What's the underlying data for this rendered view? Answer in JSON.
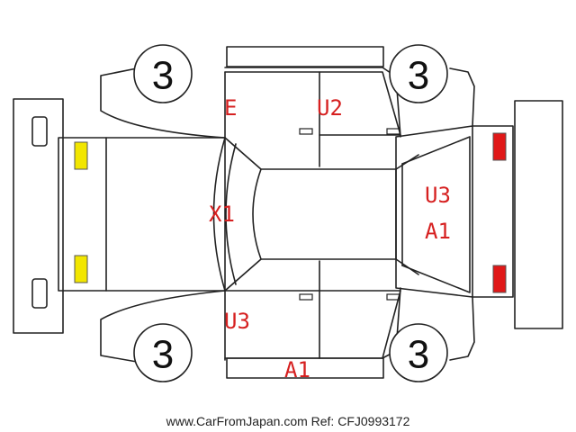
{
  "tires": {
    "front_left": "3",
    "front_right": "3",
    "rear_left": "3",
    "rear_right": "3"
  },
  "damage_codes": {
    "upper_door_front": "E",
    "upper_door_rear": "U2",
    "hood": "X1",
    "tailgate_line1": "U3",
    "tailgate_line2": "A1",
    "lower_door_front": "U3",
    "lower_sill": "A1"
  },
  "colors": {
    "code_text": "#d62020",
    "front_lamps": "#f2e600",
    "rear_lamps": "#e01818",
    "outline": "#222222"
  },
  "footer": {
    "credit": "www.CarFromJapan.com Ref: CFJ0993172"
  }
}
